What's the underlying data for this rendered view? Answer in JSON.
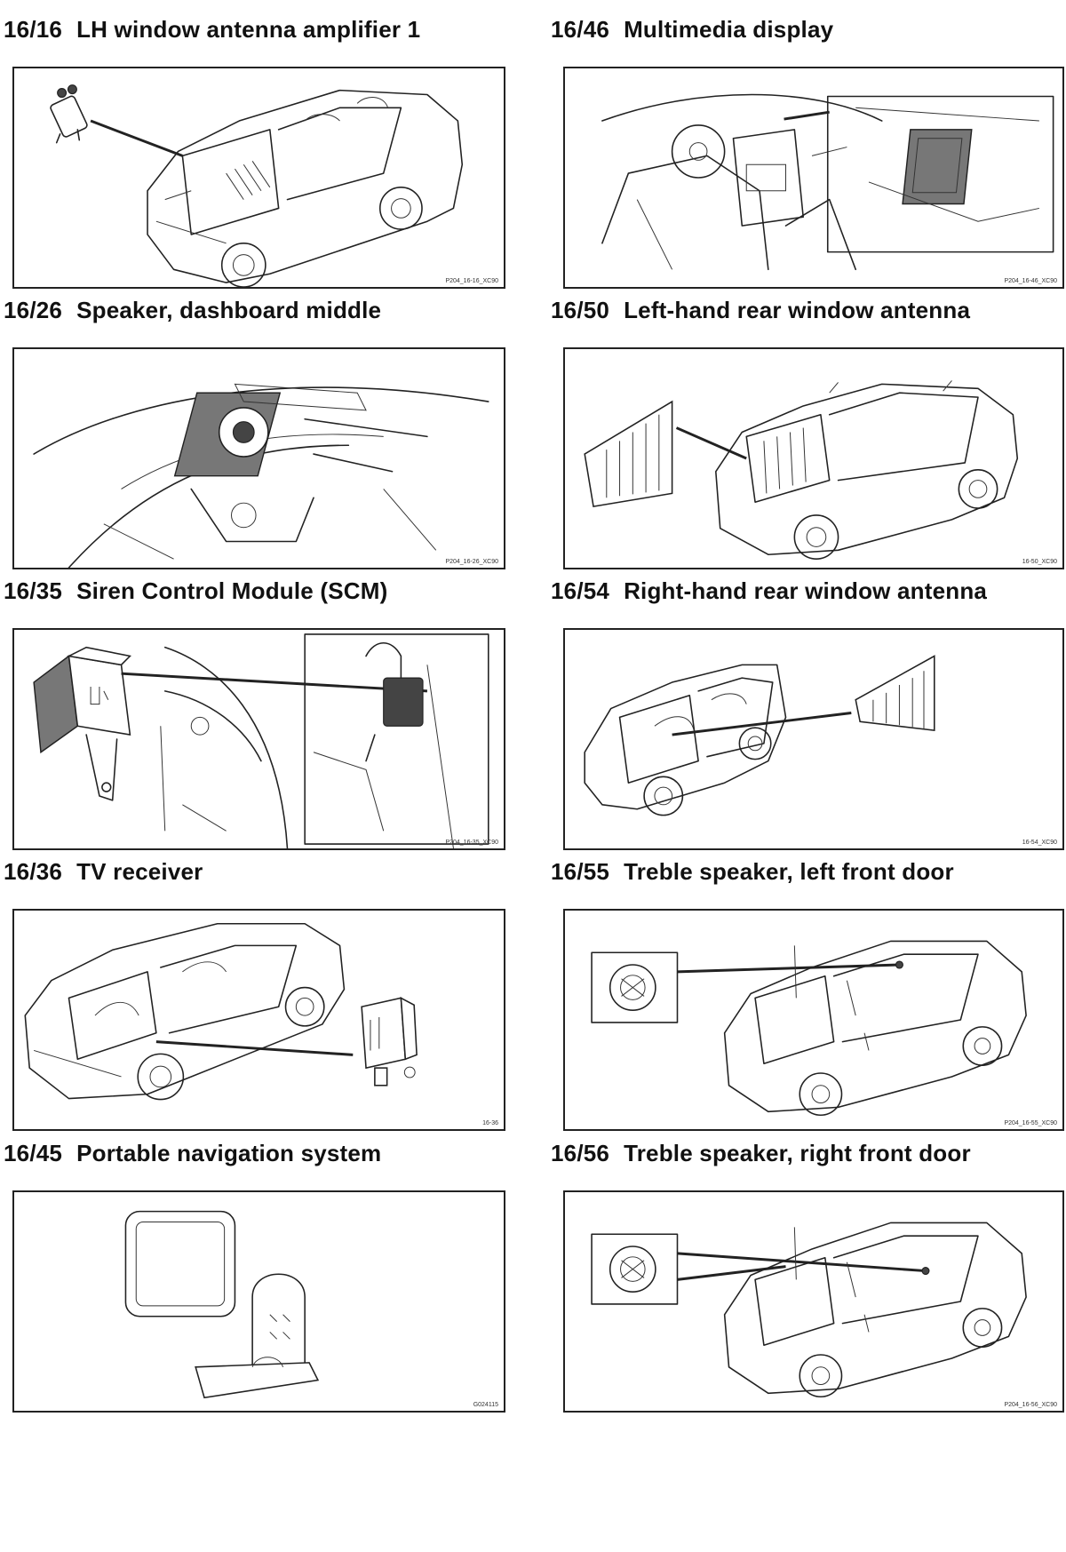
{
  "sections": [
    {
      "code": "16/16",
      "title": "LH window antenna amplifier 1",
      "ref": "P204_16-16_XC90",
      "illustration": "car-rear-window-amplifier"
    },
    {
      "code": "16/26",
      "title": "Speaker, dashboard middle",
      "ref": "P204_16-26_XC90",
      "illustration": "dashboard-speaker"
    },
    {
      "code": "16/35",
      "title": "Siren Control Module (SCM)",
      "ref": "P204_16-35_XC90",
      "illustration": "siren-module"
    },
    {
      "code": "16/36",
      "title": "TV receiver",
      "ref": "16-36",
      "illustration": "car-tv-receiver"
    },
    {
      "code": "16/45",
      "title": "Portable navigation system",
      "ref": "G024115",
      "illustration": "navigation-display"
    },
    {
      "code": "16/46",
      "title": "Multimedia display",
      "ref": "P204_16-46_XC90",
      "illustration": "interior-display"
    },
    {
      "code": "16/50",
      "title": "Left-hand rear window antenna",
      "ref": "16-50_XC90",
      "illustration": "car-left-antenna"
    },
    {
      "code": "16/54",
      "title": "Right-hand rear window antenna",
      "ref": "16-54_XC90",
      "illustration": "car-right-antenna"
    },
    {
      "code": "16/55",
      "title": "Treble speaker, left front door",
      "ref": "P204_16-55_XC90",
      "illustration": "car-left-treble"
    },
    {
      "code": "16/56",
      "title": "Treble speaker, right front door",
      "ref": "P204_16-56_XC90",
      "illustration": "car-right-treble"
    }
  ]
}
